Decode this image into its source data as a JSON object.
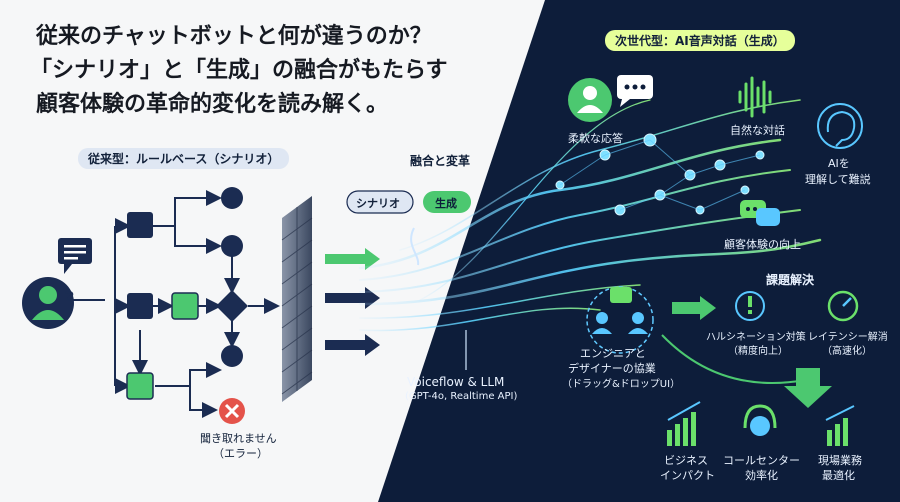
{
  "title": {
    "line1": "従来のチャットボットと何が違うのか？",
    "line2": "「シナリオ」と「生成」の融合がもたらす",
    "line3": "顧客体験の革命的変化を読み解く。"
  },
  "left": {
    "section_label": "従来型：ルールベース（シナリオ）",
    "error_label_1": "聞き取れません",
    "error_label_2": "（エラー）"
  },
  "middle": {
    "label": "融合と変革",
    "scenario": "シナリオ",
    "generation": "生成",
    "product": "Voiceflow & LLM",
    "product_sub": "(GPT-4o, Realtime API)"
  },
  "right": {
    "section_label": "次世代型：AI音声対話（生成）",
    "flexible": "柔軟な応答",
    "natural": "自然な対話",
    "ai_1": "AIを",
    "ai_2": "理解して難説",
    "cx": "顧客体験の向上",
    "collab_1": "エンジニアと",
    "collab_2": "デザイナーの協業",
    "collab_3": "（ドラッグ&ドロップUI）",
    "problems": "課題解決",
    "halluc_1": "ハルシネーション対策",
    "halluc_2": "（精度向上）",
    "latency_1": "レイテンシー解消",
    "latency_2": "（高速化）",
    "impact_1": "ビジネス",
    "impact_2": "インパクト",
    "callcenter_1": "コールセンター",
    "callcenter_2": "効率化",
    "field_1": "現場業務",
    "field_2": "最適化"
  },
  "colors": {
    "navy": "#1b2c52",
    "green": "#4cc870",
    "dark_bg": "#0d1d3a",
    "error_red": "#e4534a"
  }
}
